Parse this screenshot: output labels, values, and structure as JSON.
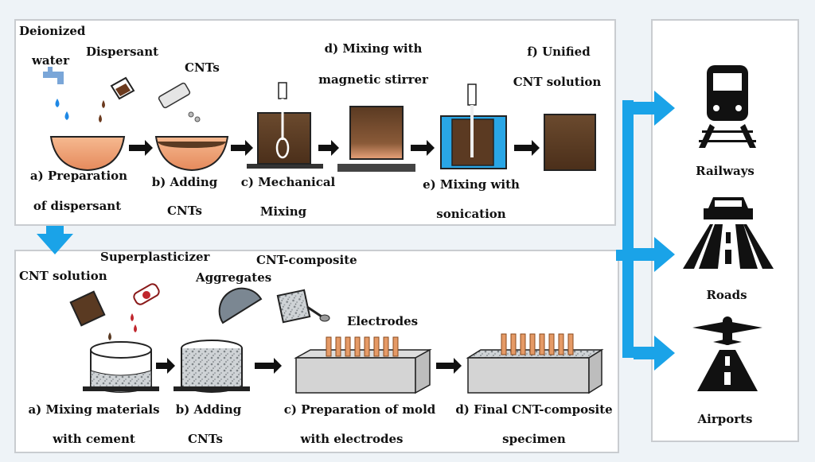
{
  "top": {
    "deionized": "Deionized",
    "water": "water",
    "dispersant": "Dispersant",
    "cnts": "CNTs",
    "stirrer_line1": "d) Mixing with",
    "stirrer_line2": "magnetic stirrer",
    "unified_line1": "f) Unified",
    "unified_line2": "CNT solution",
    "prep_line1": "a) Preparation",
    "prep_line2": "of dispersant",
    "adding_line1": "b) Adding",
    "adding_line2": "CNTs",
    "mech_line1": "c) Mechanical",
    "mech_line2": "Mixing",
    "sonic_line1": "e) Mixing with",
    "sonic_line2": "sonication"
  },
  "bottom": {
    "cnt_solution": "CNT solution",
    "superplasticizer": "Superplasticizer",
    "aggregates": "Aggregates",
    "cnt_composite": "CNT-composite",
    "electrodes": "Electrodes",
    "mixing_line1": "a) Mixing materials",
    "mixing_line2": "with cement",
    "adding_line1": "b) Adding",
    "adding_line2": "CNTs",
    "mold_line1": "c) Preparation of mold",
    "mold_line2": "with electrodes",
    "final_line1": "d) Final CNT-composite",
    "final_line2": "specimen"
  },
  "applications": {
    "railways": "Railways",
    "roads": "Roads",
    "airports": "Airports"
  },
  "colors": {
    "accent_blue": "#1aa3e8",
    "liquid_brown": "#5a3a22",
    "dispersant_peach": "#f2a37a",
    "panel_border": "#c9ccd0"
  }
}
